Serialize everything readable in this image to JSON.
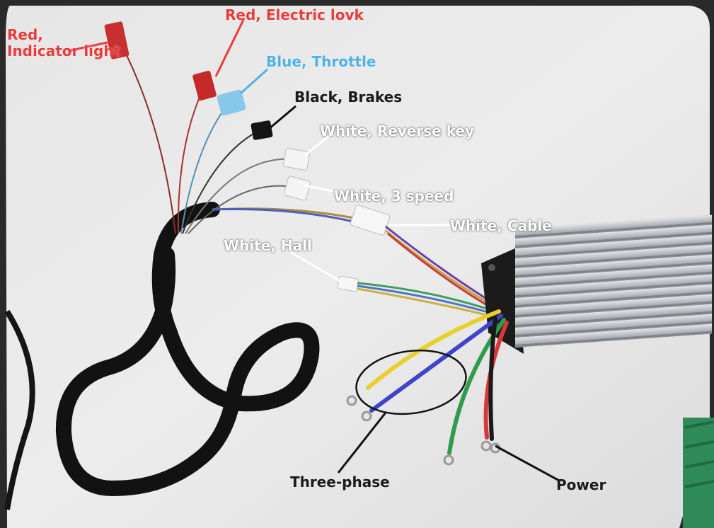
{
  "labels": {
    "indicator_light": "Red,\nIndicator light",
    "electric_lock": "Red, Electric lovk",
    "throttle": "Blue, Throttle",
    "brakes": "Black, Brakes",
    "reverse_key": "White, Reverse key",
    "three_speed": "White, 3 speed",
    "cable": "White, Cable",
    "hall": "White, Hall",
    "three_phase": "Three-phase",
    "power": "Power"
  },
  "colors": {
    "background_foam": "#e9e9e9",
    "label_red": "#ea3b3b",
    "label_blue": "#4fb3e6",
    "label_black": "#1a1a1a",
    "label_white": "#ffffff",
    "controller_aluminum": "#c9ccd0",
    "cable_sheath": "#141414",
    "wire_yellow": "#e8cf2b",
    "wire_blue": "#3f44c9",
    "wire_green": "#2f9c4a",
    "wire_red": "#d8383a"
  }
}
